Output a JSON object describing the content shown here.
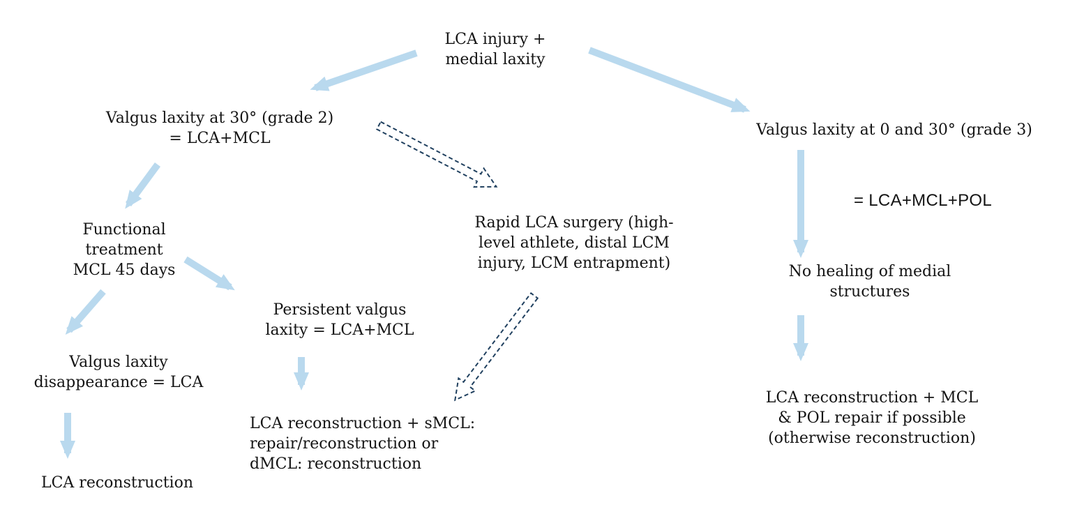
{
  "diagram": {
    "title": "LCA injury + medial laxity decision flowchart",
    "colors": {
      "solid_arrow": "#b9d9ee",
      "dashed_arrow_outline": "#20405f",
      "text": "#141414",
      "background": "#ffffff"
    },
    "nodes": {
      "root": "LCA injury +\nmedial laxity",
      "grade2": "Valgus laxity at 30° (grade 2)\n= LCA+MCL",
      "grade3": "Valgus laxity at 0 and 30° (grade 3)",
      "lca_mcl_pol": "= LCA+MCL+POL",
      "functional": "Functional\ntreatment\nMCL 45 days",
      "rapid_surgery": "Rapid LCA surgery (high-\nlevel athlete, distal LCM\ninjury, LCM entrapment)",
      "persistent": "Persistent valgus\nlaxity = LCA+MCL",
      "no_healing": "No healing of medial\nstructures",
      "valgus_disappearance": "Valgus laxity\ndisappearance = LCA",
      "lca_reconstruction": "LCA reconstruction",
      "smcl_reconstruction": "LCA reconstruction + sMCL:\nrepair/reconstruction or\ndMCL: reconstruction",
      "mcl_pol_repair": "LCA reconstruction + MCL\n& POL repair if possible\n(otherwise reconstruction)"
    },
    "connections": [
      {
        "from": "root",
        "to": "grade2",
        "style": "solid"
      },
      {
        "from": "root",
        "to": "grade3",
        "style": "solid"
      },
      {
        "from": "grade2",
        "to": "functional",
        "style": "solid"
      },
      {
        "from": "grade2",
        "to": "rapid_surgery",
        "style": "dashed-block"
      },
      {
        "from": "functional",
        "to": "valgus_disappearance",
        "style": "solid"
      },
      {
        "from": "functional",
        "to": "persistent",
        "style": "solid"
      },
      {
        "from": "persistent",
        "to": "smcl_reconstruction",
        "style": "solid"
      },
      {
        "from": "valgus_disappearance",
        "to": "lca_reconstruction",
        "style": "solid"
      },
      {
        "from": "rapid_surgery",
        "to": "smcl_reconstruction",
        "style": "dashed-block"
      },
      {
        "from": "grade3",
        "to": "no_healing",
        "style": "solid"
      },
      {
        "from": "no_healing",
        "to": "mcl_pol_repair",
        "style": "solid"
      }
    ]
  }
}
